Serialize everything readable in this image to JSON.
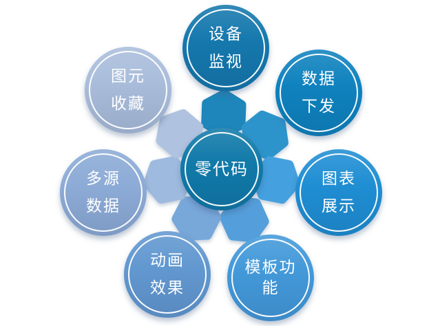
{
  "diagram": {
    "type": "radial-feature-diagram",
    "background_color": "#FFFFFF",
    "text_color": "#FFFFFF",
    "ring_color": "#FFFFFF",
    "center": {
      "label": "零代码",
      "color": "#117AA9"
    },
    "satellites": [
      {
        "label": "设备监视",
        "lines": [
          "设备",
          "监视"
        ],
        "position": "top",
        "color": "#1578AD",
        "connector_color": "#1E86BA"
      },
      {
        "label": "数据下发",
        "lines": [
          "数据",
          "下发"
        ],
        "position": "top-right",
        "color": "#0F82BE",
        "connector_color": "#2C94CB"
      },
      {
        "label": "图表展示",
        "lines": [
          "图表",
          "展示"
        ],
        "position": "right",
        "color": "#1F8ED3",
        "connector_color": "#44A0DE"
      },
      {
        "label": "模板功能",
        "lines": [
          "模板功",
          "能"
        ],
        "position": "bottom-right",
        "color": "#4399D9",
        "connector_color": "#549FDB"
      },
      {
        "label": "动画效果",
        "lines": [
          "动画",
          "效果"
        ],
        "position": "bottom-left",
        "color": "#6298D0",
        "connector_color": "#78A7DA"
      },
      {
        "label": "多源数据",
        "lines": [
          "多源",
          "数据"
        ],
        "position": "left",
        "color": "#8CABD6",
        "connector_color": "#9FBADF"
      },
      {
        "label": "图元收藏",
        "lines": [
          "图元",
          "收藏"
        ],
        "position": "top-left",
        "color": "#A9BDDB",
        "connector_color": "#AFC2DF"
      }
    ]
  }
}
